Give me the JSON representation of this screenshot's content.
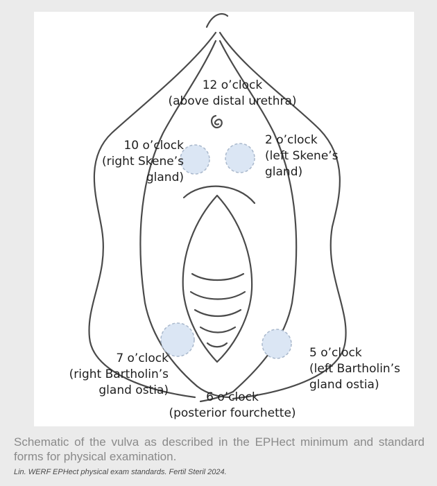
{
  "diagram": {
    "labels": {
      "twelve": {
        "line1": "12 o’clock",
        "line2": "(above distal urethra)"
      },
      "ten": {
        "line1": "10 o’clock",
        "line2": "(right Skene’s",
        "line3": "gland)"
      },
      "two": {
        "line1": "2 o’clock",
        "line2": "(left Skene’s",
        "line3": "gland)"
      },
      "seven": {
        "line1": "7 o’clock",
        "line2": "(right Bartholin’s",
        "line3": "gland ostia)"
      },
      "five": {
        "line1": "5 o’clock",
        "line2": "(left Bartholin’s",
        "line3": "gland ostia)"
      },
      "six": {
        "line1": "6 o’clock",
        "line2": "(posterior fourchette)"
      }
    },
    "colors": {
      "stroke": "#4a4a4a",
      "marker_fill": "#dbe6f4",
      "marker_stroke": "#a9b8cc"
    }
  },
  "caption": "Schematic of the vulva as described in the EPHect minimum and standard forms for physical examination.",
  "citation": "Lin. WERF EPHect physical exam standards. Fertil Steril 2024."
}
